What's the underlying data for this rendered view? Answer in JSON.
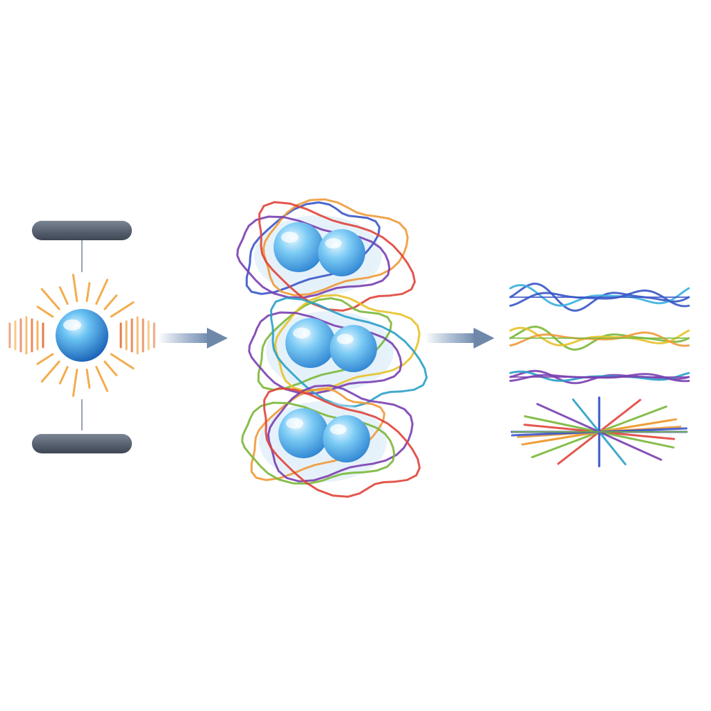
{
  "palette": {
    "plate": "#5a6472",
    "sphere_light": "#d8f1ff",
    "sphere_mid": "#4fb3ef",
    "sphere_dark": "#1a64b8",
    "burst": "#f2a43a",
    "burst_side": "#e0642a",
    "arrow": "#7f98b8",
    "cloud": "#cfe6f7",
    "line_blue": "#3a55c8",
    "line_purple": "#7a3fb0",
    "line_green": "#7ab83a",
    "line_yellow": "#e7c22a",
    "line_orange": "#ee9a3a",
    "line_red": "#e0443a",
    "line_teal": "#2aa0c8",
    "line_cyan": "#3ab0e0"
  },
  "stages": [
    {
      "id": "single-atom-in-trap",
      "icons": [
        "trap-plate-icon",
        "atom-sphere-icon",
        "emission-burst-icon"
      ]
    },
    {
      "id": "diatomic-orbitals",
      "icons": [
        "molecule-icon",
        "orbital-loop-icon"
      ]
    },
    {
      "id": "spectra",
      "icons": [
        "waveform-icon",
        "starburst-icon"
      ]
    }
  ],
  "molecules": [
    {
      "loops": [
        "line_blue",
        "line_orange",
        "line_purple",
        "line_red"
      ]
    },
    {
      "loops": [
        "line_green",
        "line_yellow",
        "line_purple",
        "line_teal"
      ]
    },
    {
      "loops": [
        "line_orange",
        "line_purple",
        "line_green",
        "line_red"
      ]
    }
  ],
  "waves": [
    {
      "colors": [
        "line_blue",
        "line_cyan",
        "line_blue"
      ],
      "amplitude": 1.0
    },
    {
      "colors": [
        "line_green",
        "line_yellow",
        "line_orange"
      ],
      "amplitude": 0.85
    },
    {
      "colors": [
        "line_purple",
        "line_teal",
        "line_purple"
      ],
      "amplitude": 0.45
    }
  ],
  "starburst_rays": [
    "line_blue",
    "line_red",
    "line_green",
    "line_yellow",
    "line_orange",
    "line_blue",
    "line_red",
    "line_green",
    "line_purple",
    "line_teal",
    "line_orange",
    "line_blue"
  ]
}
